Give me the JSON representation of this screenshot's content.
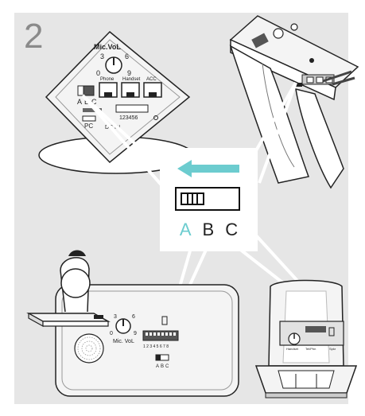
{
  "step_number": "2",
  "colors": {
    "panel_background": "#e6e6e6",
    "accent": "#6ccccf",
    "line": "#222222"
  },
  "callout": {
    "arrow_icon": "arrow-left-icon",
    "switch_positions": [
      "A",
      "B",
      "C"
    ],
    "active_position": "A"
  },
  "top_left_device": {
    "volume_label": "Mic.VoL",
    "dial_numbers": [
      "0",
      "3",
      "6",
      "9"
    ],
    "ports": [
      "Phone",
      "Handset",
      "ACC"
    ],
    "switch_labels": [
      "A",
      "B",
      "C"
    ],
    "pc_label": "PC",
    "dc_label": "DC IN",
    "dip_numbers": "123456"
  },
  "bottom_left_device": {
    "volume_label": "Mic. VoL",
    "dial_numbers": [
      "0",
      "3",
      "6",
      "9"
    ],
    "dip_numbers": "1 2 3 4 5 6 7 8",
    "switch_labels": [
      "A",
      "B",
      "C"
    ]
  },
  "bottom_right_device": {
    "labels": [
      "Handset",
      "Tel/Phn",
      "Spkr"
    ]
  }
}
